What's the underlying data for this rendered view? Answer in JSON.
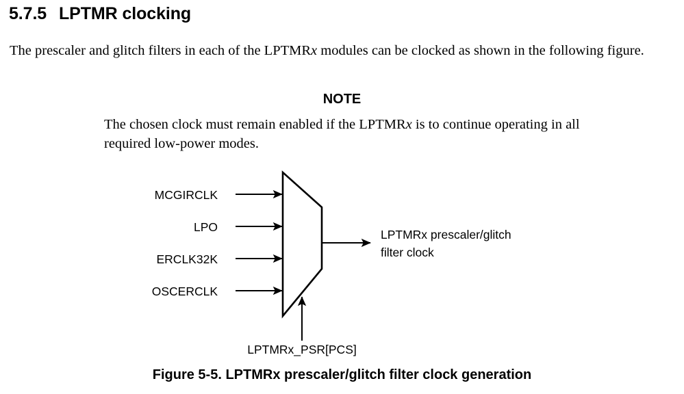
{
  "section": {
    "number": "5.7.5",
    "title": "LPTMR clocking"
  },
  "intro": {
    "text_before": "The prescaler and glitch filters in each of the LPTMR",
    "italic": "x",
    "text_after": " modules can be clocked as shown in the following figure."
  },
  "note": {
    "title": "NOTE",
    "line1_before": "The chosen clock must remain enabled if the LPTMR",
    "line1_italic": "x",
    "line1_after": " is to",
    "line2": "continue operating in all required low-power modes."
  },
  "figure": {
    "inputs": [
      {
        "label": "MCGIRCLK"
      },
      {
        "label": "LPO"
      },
      {
        "label": "ERCLK32K"
      },
      {
        "label": "OSCERCLK"
      }
    ],
    "output": {
      "line1": "LPTMRx prescaler/glitch",
      "line2": "filter clock"
    },
    "select": {
      "label": "LPTMRx_PSR[PCS]"
    },
    "mux_shape": "trapezoid-multiplexer",
    "stroke_color": "#000000"
  },
  "caption": {
    "text": "Figure 5-5. LPTMRx prescaler/glitch filter clock generation"
  }
}
